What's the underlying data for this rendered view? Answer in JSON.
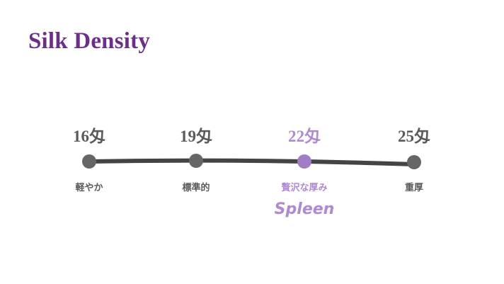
{
  "title": "Silk Density",
  "scale": [
    {
      "value": "16匁",
      "label": "軽やか",
      "highlight": false
    },
    {
      "value": "19匁",
      "label": "標準的",
      "highlight": false
    },
    {
      "value": "22匁",
      "label": "贅沢な厚み",
      "highlight": true
    },
    {
      "value": "25匁",
      "label": "重厚",
      "highlight": false
    }
  ],
  "brand": "Spleen",
  "colors": {
    "title": "#6b2f8a",
    "highlight": "#b08ad0",
    "neutral": "#5a5a5a",
    "line": "#444444"
  }
}
